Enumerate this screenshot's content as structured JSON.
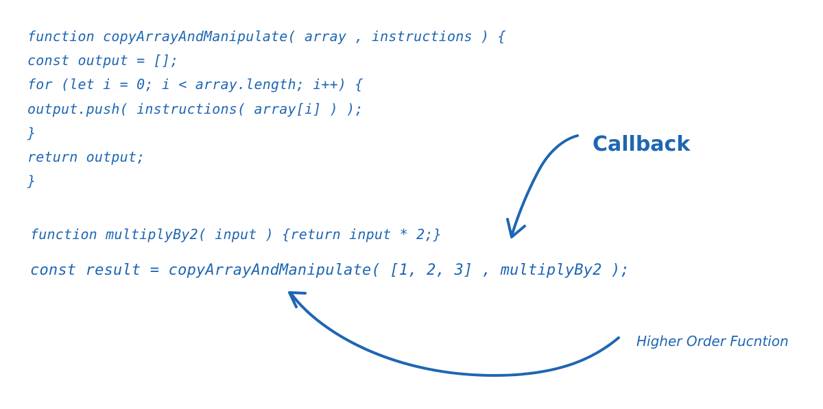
{
  "code_block_1": {
    "lines": [
      "function copyArrayAndManipulate( array , instructions ) {",
      "const output = [];",
      "for (let i = 0; i < array.length; i++) {",
      "output.push( instructions( array[i] ) );",
      "}",
      "return output;",
      "}"
    ]
  },
  "code_block_2": {
    "lines": [
      "function multiplyBy2( input ) {return input * 2;}",
      "const result = copyArrayAndManipulate( [1, 2, 3] , multiplyBy2 );"
    ]
  },
  "annotations": {
    "callback": "Callback",
    "higher_order": "Higher Order Fucntion"
  },
  "colors": {
    "ink": "#1e66b3",
    "background": "#ffffff"
  }
}
